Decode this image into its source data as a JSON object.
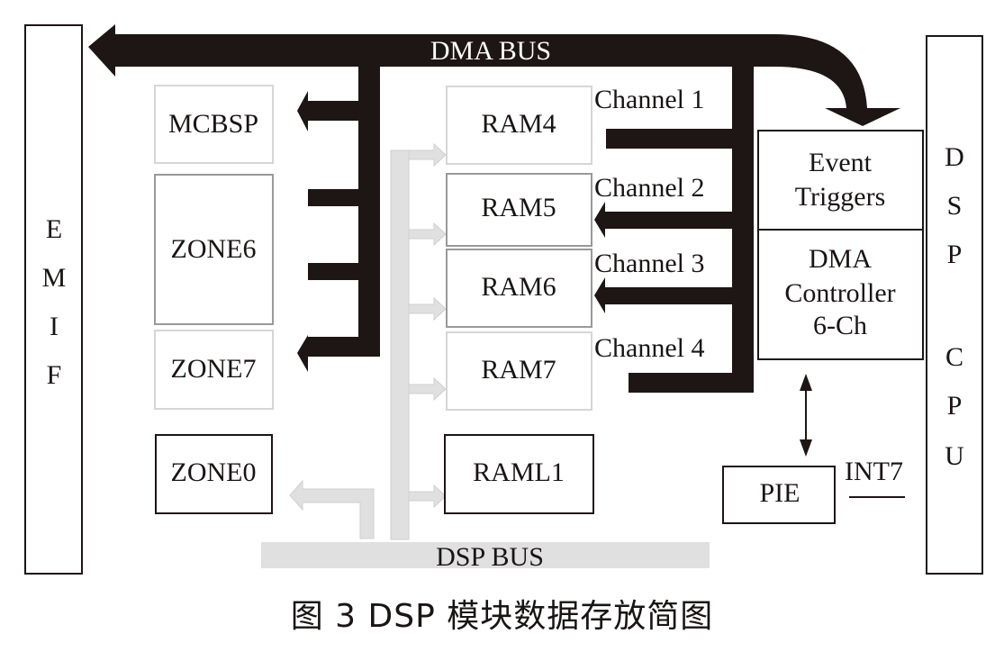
{
  "title": "DSP module data storage diagram",
  "caption": "图 3   DSP 模块数据存放简图",
  "colors": {
    "bus_dark": "#1e1515",
    "bus_light": "#e0e0e0",
    "box_light": "#d6d6d6",
    "box_mid": "#999999",
    "box_dark": "#1e1515"
  },
  "left_block": {
    "label": "EMIF",
    "letters": [
      "E",
      "M",
      "I",
      "F"
    ]
  },
  "right_block": {
    "label": "DSP CPU",
    "letters": [
      "D",
      "S",
      "P",
      "C",
      "P",
      "U"
    ]
  },
  "dma_bus": {
    "label": "DMA BUS"
  },
  "dsp_bus": {
    "label": "DSP BUS"
  },
  "left_modules": [
    {
      "label": "MCBSP"
    },
    {
      "label": "ZONE6"
    },
    {
      "label": "ZONE7"
    },
    {
      "label": "ZONE0"
    }
  ],
  "ram_modules": [
    {
      "label": "RAM4"
    },
    {
      "label": "RAM5"
    },
    {
      "label": "RAM6"
    },
    {
      "label": "RAM7"
    },
    {
      "label": "RAML1"
    }
  ],
  "channels": [
    {
      "label": "Channel 1"
    },
    {
      "label": "Channel 2"
    },
    {
      "label": "Channel 3"
    },
    {
      "label": "Channel 4"
    }
  ],
  "event_triggers": {
    "line1": "Event",
    "line2": "Triggers"
  },
  "dma_controller": {
    "line1": "DMA",
    "line2": "Controller",
    "line3": "6-Ch"
  },
  "pie": {
    "label": "PIE"
  },
  "interrupt": {
    "label": "INT7"
  }
}
